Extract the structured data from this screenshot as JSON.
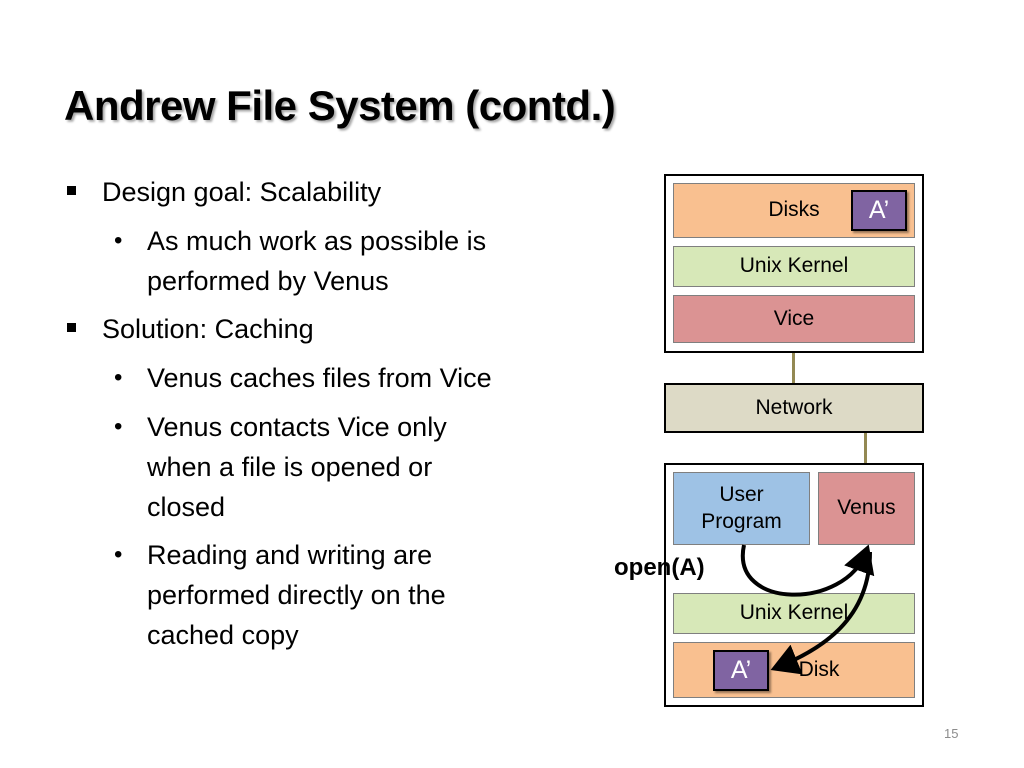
{
  "slide": {
    "title": "Andrew File System (contd.)",
    "page_number": "15"
  },
  "bullets": [
    {
      "level": 1,
      "text": "Design goal: Scalability"
    },
    {
      "level": 2,
      "text": "As much work as possible is"
    },
    {
      "level": 2,
      "text": "performed by Venus",
      "continuation": true
    },
    {
      "level": 1,
      "text": "Solution: Caching"
    },
    {
      "level": 2,
      "text": "Venus caches files from Vice"
    },
    {
      "level": 2,
      "text": "Venus contacts Vice only"
    },
    {
      "level": 2,
      "text": "when a file is opened or",
      "continuation": true
    },
    {
      "level": 2,
      "text": "closed",
      "continuation": true
    },
    {
      "level": 2,
      "text": "Reading and writing are"
    },
    {
      "level": 2,
      "text": "performed directly on the",
      "continuation": true
    },
    {
      "level": 2,
      "text": "cached copy",
      "continuation": true
    }
  ],
  "diagram": {
    "server": {
      "disks": "Disks",
      "disk_copy": "A’",
      "kernel": "Unix Kernel",
      "vice": "Vice"
    },
    "network": "Network",
    "client": {
      "user_program_line1": "User",
      "user_program_line2": "Program",
      "venus": "Venus",
      "kernel": "Unix Kernel",
      "disk": "Disk",
      "disk_copy": "A’"
    },
    "call_label": "open(A)",
    "colors": {
      "disk": "#f9c090",
      "kernel": "#d7e8b8",
      "vice_venus": "#db9393",
      "user_program": "#9ec2e5",
      "network": "#dddac6",
      "file_copy": "#8064a2",
      "link": "#938953"
    }
  }
}
